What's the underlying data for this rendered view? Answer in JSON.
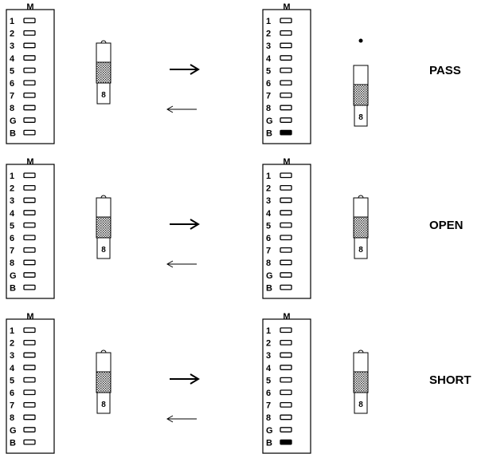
{
  "panel_header": "M",
  "pin_labels": [
    "1",
    "2",
    "3",
    "4",
    "5",
    "6",
    "7",
    "8",
    "G",
    "B"
  ],
  "pin_number": "8",
  "rows": [
    {
      "status": "PASS",
      "right_lit": [
        "B"
      ]
    },
    {
      "status": "OPEN",
      "right_lit": []
    },
    {
      "status": "SHORT",
      "right_lit": [
        "B"
      ]
    }
  ],
  "icons": {
    "forward": "arrow-right-icon",
    "back": "arrow-left-icon",
    "connector": "connector-plug-icon"
  },
  "colors": {
    "ink": "#000000",
    "background": "#ffffff"
  }
}
